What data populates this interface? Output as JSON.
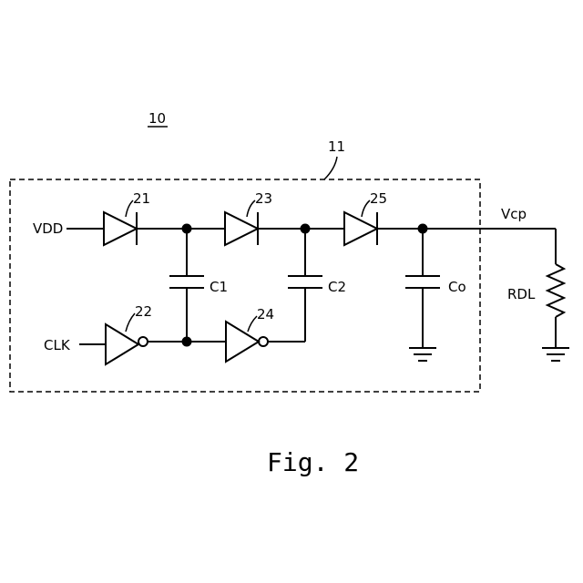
{
  "figure": {
    "device_ref": "10",
    "circuit_ref": "11",
    "caption": "Fig. 2"
  },
  "labels": {
    "vdd": "VDD",
    "clk": "CLK",
    "vcp": "Vcp",
    "rdl": "RDL",
    "c1": "C1",
    "c2": "C2",
    "co": "Co"
  },
  "components": {
    "diode_21": "21",
    "inverter_22": "22",
    "diode_23": "23",
    "inverter_24": "24",
    "diode_25": "25"
  }
}
